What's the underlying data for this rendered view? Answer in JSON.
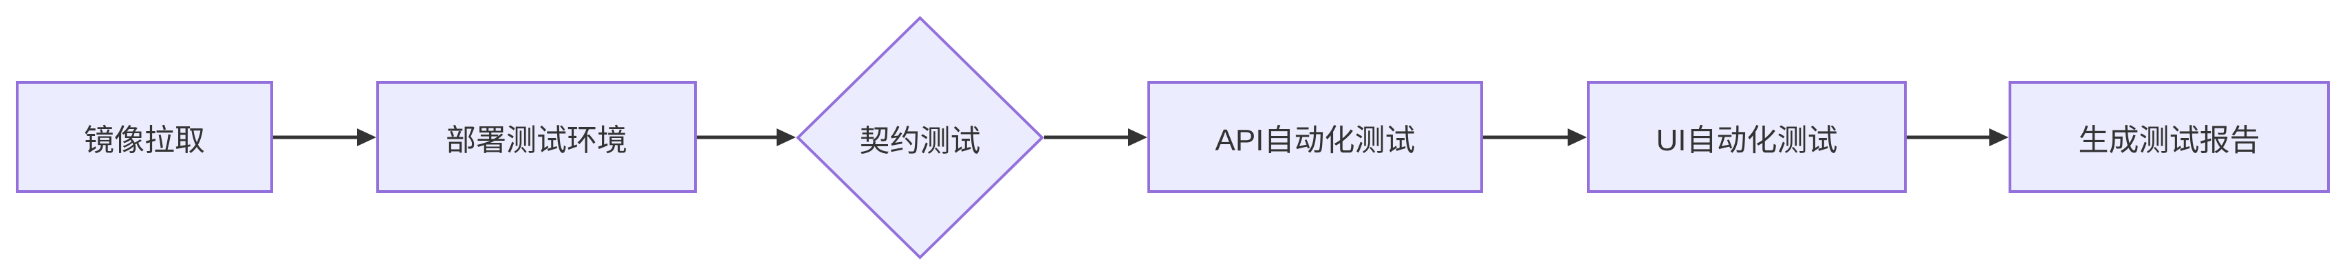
{
  "diagram": {
    "type": "flowchart",
    "direction": "left-to-right",
    "nodes": [
      {
        "id": "n1",
        "label": "镜像拉取",
        "shape": "rectangle"
      },
      {
        "id": "n2",
        "label": "部署测试环境",
        "shape": "rectangle"
      },
      {
        "id": "n3",
        "label": "契约测试",
        "shape": "diamond"
      },
      {
        "id": "n4",
        "label": "API自动化测试",
        "shape": "rectangle"
      },
      {
        "id": "n5",
        "label": "UI自动化测试",
        "shape": "rectangle"
      },
      {
        "id": "n6",
        "label": "生成测试报告",
        "shape": "rectangle"
      }
    ],
    "edges": [
      {
        "from": "镜像拉取",
        "to": "部署测试环境"
      },
      {
        "from": "部署测试环境",
        "to": "契约测试"
      },
      {
        "from": "契约测试",
        "to": "API自动化测试"
      },
      {
        "from": "API自动化测试",
        "to": "UI自动化测试"
      },
      {
        "from": "UI自动化测试",
        "to": "生成测试报告"
      }
    ],
    "colors": {
      "node_fill": "#ECECFF",
      "node_border": "#9370DB",
      "edge": "#333333",
      "text": "#333333",
      "background": "#FFFFFF"
    }
  }
}
